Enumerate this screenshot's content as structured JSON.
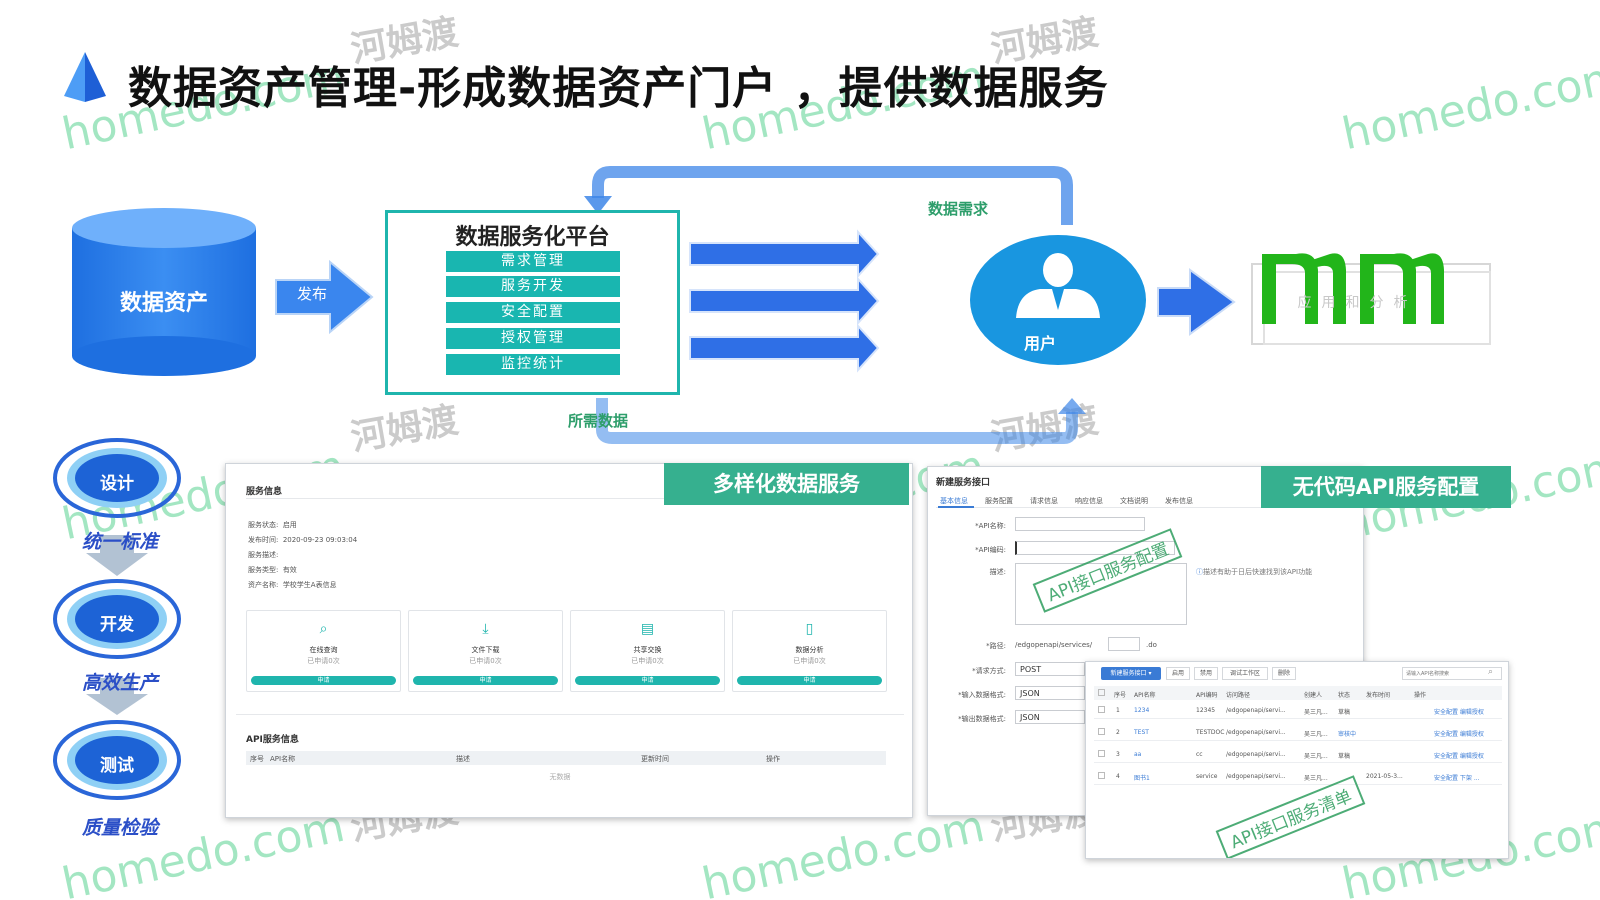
{
  "header": {
    "title": "数据资产管理-形成数据资产门户 ，提供数据服务"
  },
  "flow": {
    "asset_label": "数据资产",
    "publish_label": "发布",
    "platform_title": "数据服务化平台",
    "platform_items": [
      "需求管理",
      "服务开发",
      "安全配置",
      "授权管理",
      "监控统计"
    ],
    "demand_label": "数据需求",
    "required_label": "所需数据",
    "user_label": "用户",
    "output_label": "应用和分析"
  },
  "stages": [
    {
      "label": "设计",
      "sub": "统一标准"
    },
    {
      "label": "开发",
      "sub": "高效生产"
    },
    {
      "label": "测试",
      "sub": "质量检验"
    }
  ],
  "panel_left": {
    "tag": "多样化数据服务",
    "section_title": "服务信息",
    "info_rows": [
      {
        "k": "服务状态:",
        "v": "启用"
      },
      {
        "k": "发布时间:",
        "v": "2020-09-23 09:03:04"
      },
      {
        "k": "服务描述:",
        "v": ""
      },
      {
        "k": "服务类型:",
        "v": "有效"
      },
      {
        "k": "资产名称:",
        "v": "学校学生A表信息"
      }
    ],
    "cards": [
      {
        "name": "在线查询",
        "sub": "已申请0次",
        "btn": "申请"
      },
      {
        "name": "文件下载",
        "sub": "已申请0次",
        "btn": "申请"
      },
      {
        "name": "共享交换",
        "sub": "已申请0次",
        "btn": "申请"
      },
      {
        "name": "数据分析",
        "sub": "已申请0次",
        "btn": "申请"
      }
    ],
    "api_title": "API服务信息",
    "api_headers": [
      "序号",
      "API名称",
      "描述",
      "更新时间",
      "操作"
    ],
    "api_empty": "无数据"
  },
  "panel_right": {
    "tag": "无代码API服务配置",
    "header": "新建服务接口",
    "tabs": [
      "基本信息",
      "服务配置",
      "请求信息",
      "响应信息",
      "文档说明",
      "发布信息"
    ],
    "fields": [
      {
        "label": "*API名称:",
        "value": ""
      },
      {
        "label": "*API编码:",
        "value": ""
      },
      {
        "label": "描述:",
        "value": ""
      },
      {
        "label": "*路径:",
        "value": "/edgopenapi/services/"
      },
      {
        "label": "*请求方式:",
        "value": "POST"
      },
      {
        "label": "*输入数据格式:",
        "value": "JSON"
      },
      {
        "label": "*输出数据格式:",
        "value": "JSON"
      }
    ],
    "path_suffix": ".do",
    "hint": "描述有助于日后快速找到该API功能",
    "stamp": "API接口服务配置"
  },
  "panel_list": {
    "buttons": [
      "新建服务接口 ▾",
      "启用",
      "禁用",
      "调试工作区",
      "删除"
    ],
    "search_placeholder": "请输入API名称搜索",
    "headers": [
      "序号",
      "API名称",
      "API编码",
      "访问路径",
      "创建人",
      "状态",
      "发布时间",
      "操作"
    ],
    "rows": [
      {
        "no": "1",
        "name": "1234",
        "code": "12345",
        "path": "/edgopenapi/servi...",
        "creator": "吴三凡...",
        "status": "草稿",
        "time": "",
        "ops": "安全配置  编辑授权"
      },
      {
        "no": "2",
        "name": "TEST",
        "code": "TESTDOC",
        "path": "/edgopenapi/servi...",
        "creator": "吴三凡...",
        "status": "审核中",
        "time": "",
        "ops": "安全配置  编辑授权"
      },
      {
        "no": "3",
        "name": "aa",
        "code": "cc",
        "path": "/edgopenapi/servi...",
        "creator": "吴三凡...",
        "status": "草稿",
        "time": "",
        "ops": "安全配置  编辑授权"
      },
      {
        "no": "4",
        "name": "图书1",
        "code": "service",
        "path": "/edgopenapi/servi...",
        "creator": "吴三凡...",
        "status": "",
        "time": "2021-05-3...",
        "ops": "安全配置  下架  ..."
      }
    ],
    "stamp": "API接口服务清单"
  },
  "watermark": {
    "cn": "河姆渡",
    "en": "homedo.com"
  },
  "colors": {
    "blue": "#2f7de8",
    "teal": "#1fb5ad",
    "green": "#2e9e6b",
    "tag": "#36b08f"
  }
}
